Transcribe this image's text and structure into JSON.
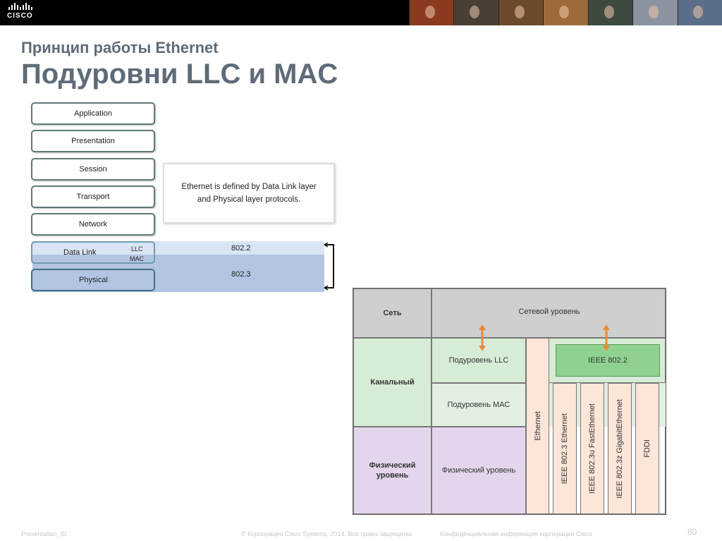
{
  "header": {
    "logo_text": "CISCO",
    "photo_count": 7
  },
  "slide": {
    "subtitle": "Принцип работы Ethernet",
    "title": "Подуровни LLC и MAC"
  },
  "osi_stack": {
    "layers": [
      "Application",
      "Presentation",
      "Session",
      "Transport",
      "Network"
    ],
    "data_link": "Data Link",
    "physical": "Physical",
    "llc": "LLC",
    "mac": "MAC",
    "std_802_2": "802.2",
    "std_802_3": "802.3",
    "callout": "Ethernet is defined by Data Link layer and Physical layer protocols."
  },
  "table": {
    "row_net": "Сеть",
    "row_link": "Канальный",
    "row_phys": "Физический уровень",
    "net_layer": "Сетевой уровень",
    "llc_sub": "Подуровень LLC",
    "mac_sub": "Подуровень MAC",
    "phys_layer": "Физический уровень",
    "ieee_802_2": "IEEE 802.2",
    "ethernet": "Ethernet",
    "std_8023": "IEEE 802.3 Ethernet",
    "std_8023u": "IEEE 802.3u FastEthernet",
    "std_8023z": "IEEE 802.3z GigabitEthernet",
    "fddi": "FDDI"
  },
  "footer": {
    "presentation_id": "Presentation_ID",
    "copyright": "© Корпорация Cisco Systems, 2014. Все права защищены.",
    "confidential": "Конфиденциальная информация корпорации Cisco",
    "page_number": "80"
  },
  "colors": {
    "title": "#5f6b78",
    "llc_band": "#d9e5f4",
    "mac_band": "#b3c5e3",
    "net_gray": "#cfcfcf",
    "link_green": "#d7ecd6",
    "mac_green": "#e2efe2",
    "phys_purple": "#e3d6ec",
    "std_peach": "#fbe6d8",
    "ieee_green": "#8fd28f",
    "arrow_orange": "#e98b3c"
  }
}
